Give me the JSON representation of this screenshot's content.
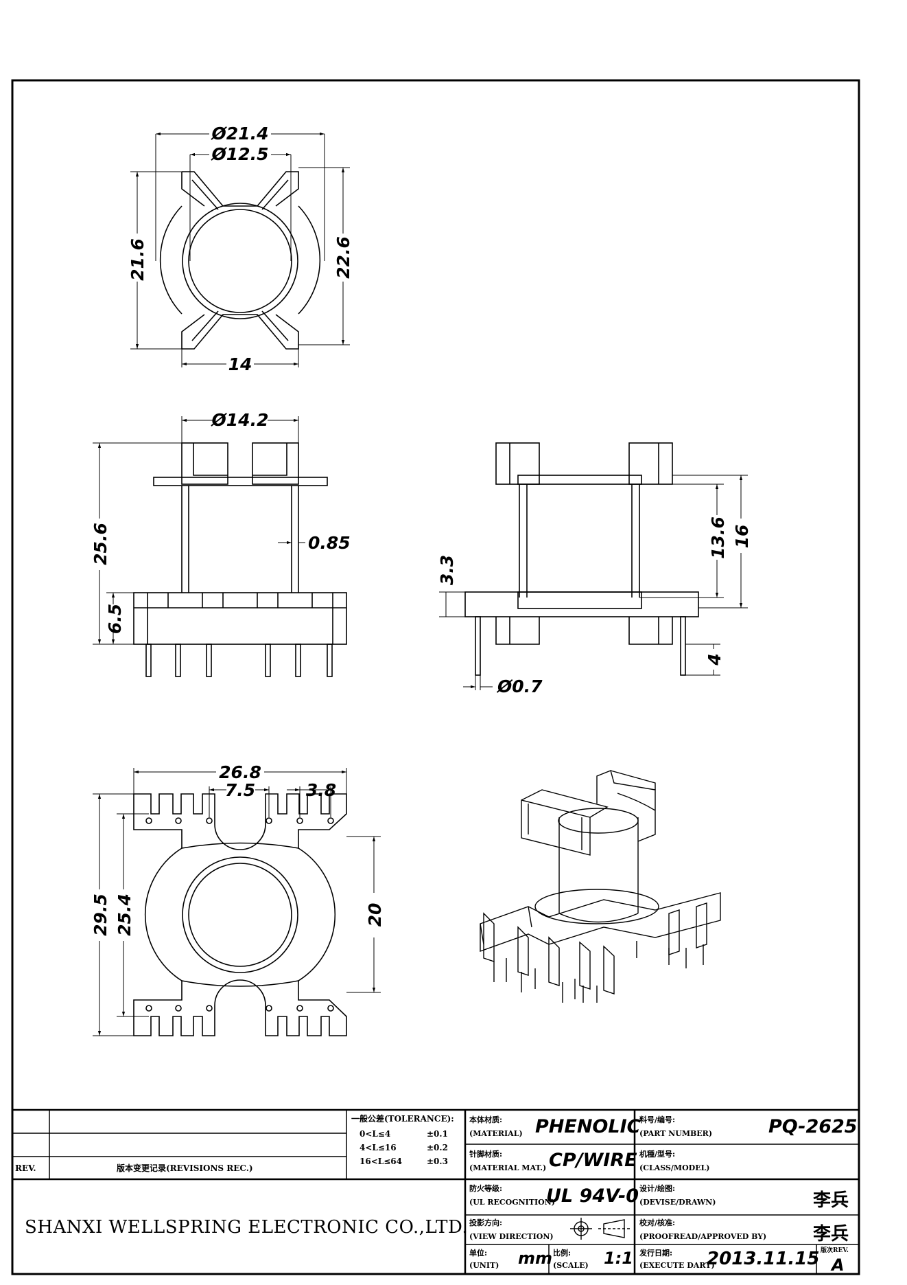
{
  "dimensions": {
    "top_view": {
      "outer_dia": "Ø21.4",
      "inner_dia": "Ø12.5",
      "height_left": "21.6",
      "height_right": "22.6",
      "width_bottom": "14"
    },
    "front_view": {
      "tube_dia": "Ø14.2",
      "total_height": "25.6",
      "wall": "0.85",
      "base_height": "6.5"
    },
    "side_view": {
      "offset": "3.3",
      "inner_height": "13.6",
      "flange_height": "16",
      "pin_length": "4",
      "pin_dia": "Ø0.7"
    },
    "bottom_view": {
      "overall_width": "26.8",
      "pitch_outer": "7.5",
      "pitch_inner": "3.8",
      "overall_length": "29.5",
      "pin_span": "25.4",
      "flange_span": "20"
    }
  },
  "title_block": {
    "rev_label": "REV.",
    "revisions_label": "版本变更记录(REVISIONS REC.)",
    "tolerance_label": "一般公差(TOLERANCE):",
    "tolerance_rows": [
      {
        "range": "0<L≤4",
        "value": "±0.1"
      },
      {
        "range": "4<L≤16",
        "value": "±0.2"
      },
      {
        "range": "16<L≤64",
        "value": "±0.3"
      }
    ],
    "material_label_cn": "本体材质:",
    "material_label_en": "(MATERIAL)",
    "material_value": "PHENOLIC",
    "pin_material_label_cn": "针脚材质:",
    "pin_material_label_en": "(MATERIAL MAT.)",
    "pin_material_value": "CP/WIRE",
    "ul_label_cn": "防火等级:",
    "ul_label_en": "(UL RECOGNITION)",
    "ul_value": "UL 94V-0",
    "view_label_cn": "投影方向:",
    "view_label_en": "(VIEW DIRECTION)",
    "unit_label_cn": "单位:",
    "unit_label_en": "(UNIT)",
    "unit_value": "mm",
    "scale_label_cn": "比例:",
    "scale_label_en": "(SCALE)",
    "scale_value": "1:1",
    "part_number_label_cn": "料号/编号:",
    "part_number_label_en": "(PART NUMBER)",
    "part_number_value": "PQ-2625",
    "class_label_cn": "机種/型号:",
    "class_label_en": "(CLASS/MODEL)",
    "designer_label_cn": "设计/绘图:",
    "designer_label_en": "(DEVISE/DRAWN)",
    "designer_value": "李兵",
    "approver_label_cn": "校对/核准:",
    "approver_label_en": "(PROOFREAD/APPROVED BY)",
    "approver_value": "李兵",
    "date_label_cn": "发行日期:",
    "date_label_en": "(EXECUTE DART)",
    "date_value": "2013.11.15",
    "rev_box_label": "版次REV.",
    "rev_value": "A",
    "company": "SHANXI WELLSPRING ELECTRONIC CO.,LTD."
  }
}
